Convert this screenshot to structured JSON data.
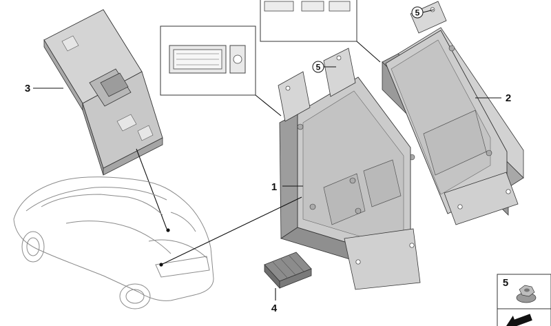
{
  "callouts": {
    "part_1": "1",
    "part_2": "2",
    "part_3": "3",
    "part_4": "4",
    "part_5": "5"
  },
  "circled_refs": {
    "ref_a": "5",
    "ref_b": "5"
  },
  "colors": {
    "metal": "#c9c9c9",
    "metal_dark": "#9a9a9a",
    "metal_light": "#e4e4e4",
    "line": "#111111",
    "car_outline": "#8a8a8a"
  },
  "icons": [
    "control-unit",
    "antenna-module",
    "connector-plug",
    "hex-nut",
    "vehicle-outline"
  ]
}
